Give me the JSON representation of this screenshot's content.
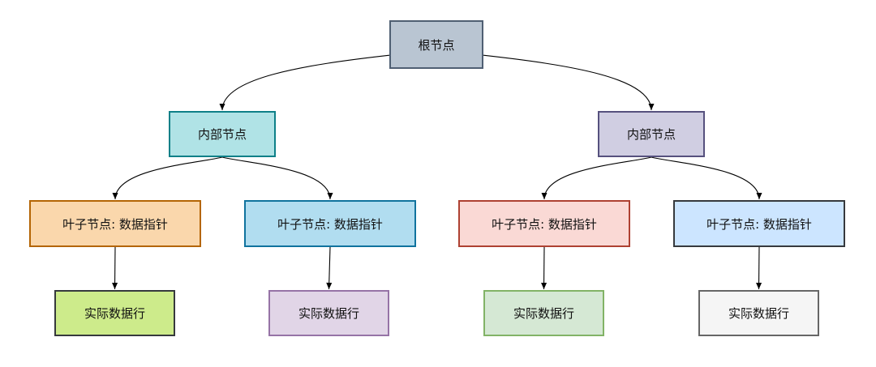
{
  "diagram": {
    "nodes": [
      {
        "id": "root",
        "label": "根节点",
        "fill": "#b9c5d2",
        "stroke": "#4f5f73"
      },
      {
        "id": "internal-left",
        "label": "内部节点",
        "fill": "#b0e3e6",
        "stroke": "#0e8088"
      },
      {
        "id": "internal-right",
        "label": "内部节点",
        "fill": "#d0cee2",
        "stroke": "#56517e"
      },
      {
        "id": "leaf-1",
        "label": "叶子节点: 数据指针",
        "fill": "#fad7ac",
        "stroke": "#b46504"
      },
      {
        "id": "leaf-2",
        "label": "叶子节点: 数据指针",
        "fill": "#b1ddf0",
        "stroke": "#10739e"
      },
      {
        "id": "leaf-3",
        "label": "叶子节点: 数据指针",
        "fill": "#fad9d5",
        "stroke": "#ae4132"
      },
      {
        "id": "leaf-4",
        "label": "叶子节点: 数据指针",
        "fill": "#cce5ff",
        "stroke": "#36393d"
      },
      {
        "id": "row-1",
        "label": "实际数据行",
        "fill": "#cdeb8b",
        "stroke": "#36393d"
      },
      {
        "id": "row-2",
        "label": "实际数据行",
        "fill": "#e1d5e7",
        "stroke": "#9673a6"
      },
      {
        "id": "row-3",
        "label": "实际数据行",
        "fill": "#d5e8d4",
        "stroke": "#82b366"
      },
      {
        "id": "row-4",
        "label": "实际数据行",
        "fill": "#f5f5f5",
        "stroke": "#666666"
      }
    ],
    "edges": [
      {
        "from": "root",
        "to": "internal-left"
      },
      {
        "from": "root",
        "to": "internal-right"
      },
      {
        "from": "internal-left",
        "to": "leaf-1"
      },
      {
        "from": "internal-left",
        "to": "leaf-2"
      },
      {
        "from": "internal-right",
        "to": "leaf-3"
      },
      {
        "from": "internal-right",
        "to": "leaf-4"
      },
      {
        "from": "leaf-1",
        "to": "row-1"
      },
      {
        "from": "leaf-2",
        "to": "row-2"
      },
      {
        "from": "leaf-3",
        "to": "row-3"
      },
      {
        "from": "leaf-4",
        "to": "row-4"
      }
    ],
    "edge_color": "#000000"
  }
}
